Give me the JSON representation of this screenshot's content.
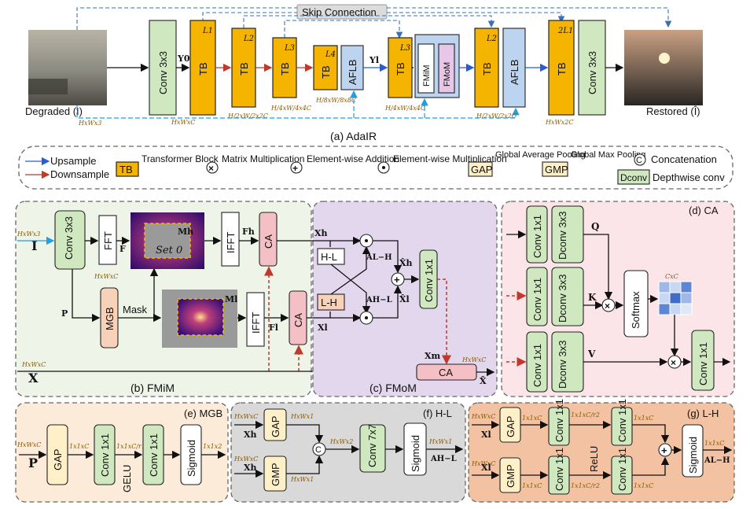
{
  "top": {
    "degraded_label": "Degraded (I)",
    "restored_label": "Restored (Î)",
    "skip_connection": "Skip Connection",
    "conv_in": "Conv 3x3",
    "conv_out": "Conv 3x3",
    "tb": "TB",
    "aflb": "AFLB",
    "fmim": "FMiM",
    "fmom": "FMoM",
    "y0": "Y0",
    "yl": "Yl",
    "levels": [
      "L1",
      "L2",
      "L3",
      "L4",
      "L3",
      "L2",
      "2L1"
    ],
    "dims": [
      "HxWx3",
      "HxWxC",
      "H/2xW/2x2C",
      "H/4xW/4x4C",
      "H/8xW/8x8C",
      "H/4xW/4x4C",
      "H/2xW/2x2C",
      "HxWx2C"
    ],
    "caption": "(a) AdaIR"
  },
  "legend": {
    "upsample": "Upsample",
    "downsample": "Downsample",
    "tb_box": "TB",
    "transformer_block": "Transformer Block",
    "matrix_mult": "Matrix Multiplication",
    "elem_add": "Element-wise Addition",
    "elem_mult": "Element-wise Multiplication",
    "gap_box": "GAP",
    "gap_text": "Global Average Pooling",
    "gmp_box": "GMP",
    "gmp_text": "Global Max Pooling",
    "concat_symbol": "C",
    "concat_text": "Concatenation",
    "dconv_box": "Dconv",
    "dconv_text": "Depthwise conv"
  },
  "fmim": {
    "caption": "(b) FMiM",
    "input_dim": "HxWx3",
    "input_I": "I",
    "conv": "Conv 3x3",
    "fft": "FFT",
    "F": "F",
    "dim_c": "HxWxC",
    "mh": "Mh",
    "set0": "Set 0",
    "ifft": "IFFT",
    "fh": "Fh",
    "ca": "CA",
    "mgb": "MGB",
    "P": "P",
    "mask": "Mask",
    "ml": "Ml",
    "fl": "Fl",
    "x_dim": "HxWxC",
    "X": "X"
  },
  "fmom": {
    "caption": "(c) FMoM",
    "xh": "Xh",
    "xl": "Xl",
    "hl": "H-L",
    "lh": "L-H",
    "alh": "AL−H",
    "ahl": "AH−L",
    "xh_hat": "X̂h",
    "xl_hat": "X̂l",
    "conv": "Conv 1x1",
    "xm": "Xm",
    "out_dim": "HxWxC",
    "ca": "CA",
    "x_tilde": "X̃"
  },
  "ca_panel": {
    "caption": "(d) CA",
    "conv": "Conv 1x1",
    "dconv": "Dconv 3x3",
    "q": "Q",
    "k": "K",
    "v": "V",
    "softmax": "Softmax",
    "cxc": "CxC",
    "conv_out": "Conv 1x1"
  },
  "mgb": {
    "caption": "(e) MGB",
    "in_dim": "HxWxC",
    "P": "P",
    "gap": "GAP",
    "d1": "1x1xC",
    "conv1": "Conv 1x1",
    "gelu": "GELU",
    "d2": "1x1xC/r1",
    "conv2": "Conv 1x1",
    "sigmoid": "Sigmoid",
    "d3": "1x1x2"
  },
  "hl": {
    "caption": "(f) H-L",
    "d_in1": "HxWxC",
    "xh1": "Xh",
    "gap": "GAP",
    "d_gap": "HxWx1",
    "d_in2": "HxWxC",
    "xh2": "Xh",
    "gmp": "GMP",
    "d_gmp": "HxWx1",
    "concat": "C",
    "d_cat": "HxWx2",
    "conv": "Conv 7x7",
    "sigmoid": "Sigmoid",
    "d_out": "HxWx1",
    "out": "AH−L"
  },
  "lh": {
    "caption": "(g) L-H",
    "d_in1": "HxWxC",
    "xl1": "Xl",
    "gap": "GAP",
    "d_gap": "1x1xC",
    "conv_a": "Conv 1x1",
    "d_mid1": "1x1xC/r2",
    "conv_b": "Conv 1x1",
    "d_out1": "1x1xC",
    "relu": "ReLU",
    "d_in2": "HxWxC",
    "xl2": "Xl",
    "gmp": "GMP",
    "d_gmp": "1x1xC",
    "conv_c": "Conv 1x1",
    "d_mid2": "1x1xC/r2",
    "conv_d": "Conv 1x1",
    "d_out2": "1x1xC",
    "sigmoid": "Sigmoid",
    "d_final": "1x1xC",
    "out": "AL−H"
  }
}
